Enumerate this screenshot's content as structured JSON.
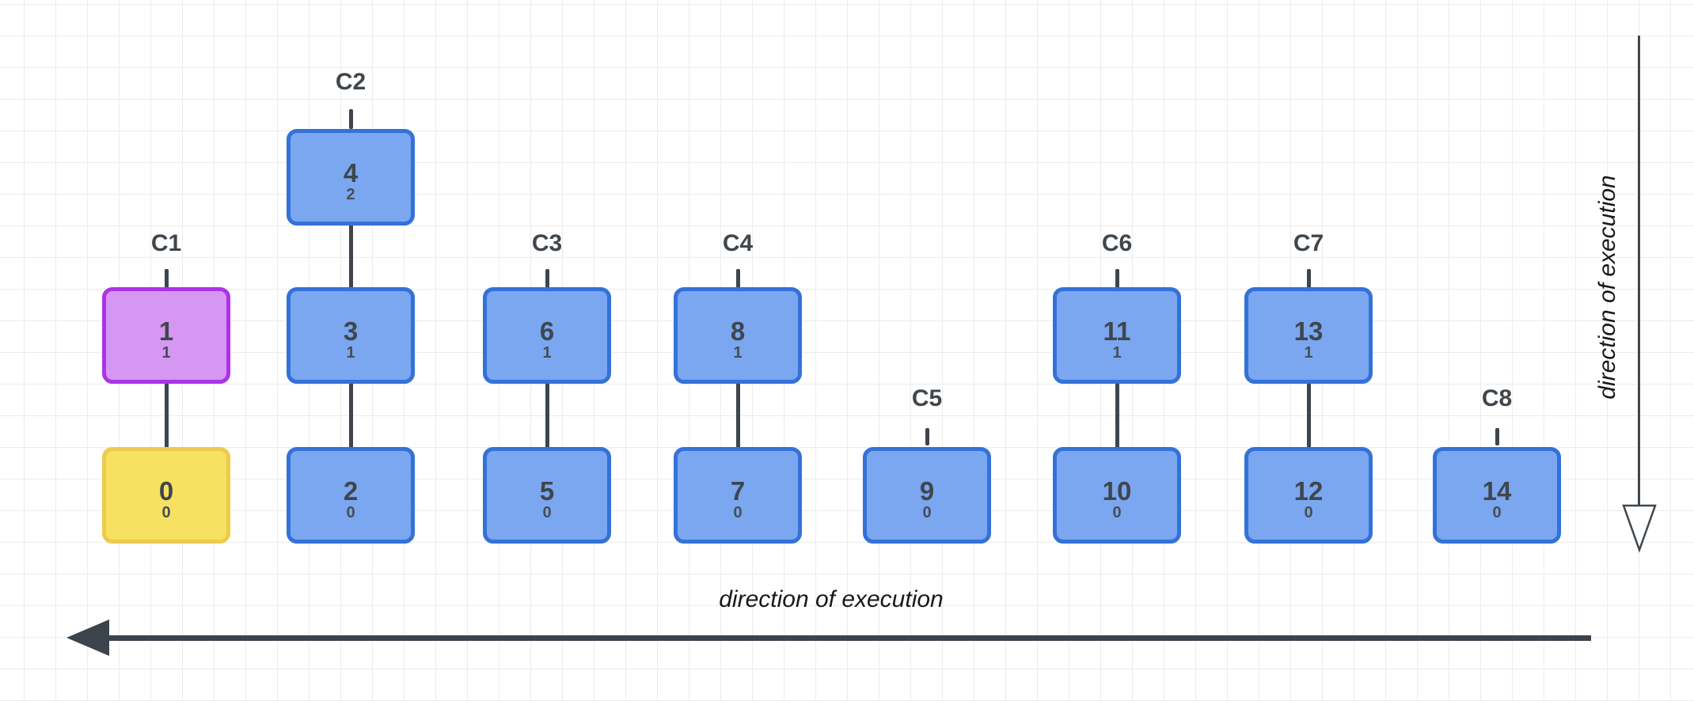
{
  "columns": [
    {
      "label": "C1",
      "boxes": [
        {
          "value": "1",
          "sub": "1",
          "color": "purple"
        },
        {
          "value": "0",
          "sub": "0",
          "color": "yellow"
        }
      ]
    },
    {
      "label": "C2",
      "boxes": [
        {
          "value": "4",
          "sub": "2",
          "color": "blue"
        },
        {
          "value": "3",
          "sub": "1",
          "color": "blue"
        },
        {
          "value": "2",
          "sub": "0",
          "color": "blue"
        }
      ]
    },
    {
      "label": "C3",
      "boxes": [
        {
          "value": "6",
          "sub": "1",
          "color": "blue"
        },
        {
          "value": "5",
          "sub": "0",
          "color": "blue"
        }
      ]
    },
    {
      "label": "C4",
      "boxes": [
        {
          "value": "8",
          "sub": "1",
          "color": "blue"
        },
        {
          "value": "7",
          "sub": "0",
          "color": "blue"
        }
      ]
    },
    {
      "label": "C5",
      "boxes": [
        {
          "value": "9",
          "sub": "0",
          "color": "blue"
        }
      ]
    },
    {
      "label": "C6",
      "boxes": [
        {
          "value": "11",
          "sub": "1",
          "color": "blue"
        },
        {
          "value": "10",
          "sub": "0",
          "color": "blue"
        }
      ]
    },
    {
      "label": "C7",
      "boxes": [
        {
          "value": "13",
          "sub": "1",
          "color": "blue"
        },
        {
          "value": "12",
          "sub": "0",
          "color": "blue"
        }
      ]
    },
    {
      "label": "C8",
      "boxes": [
        {
          "value": "14",
          "sub": "0",
          "color": "blue"
        }
      ]
    }
  ],
  "arrows": {
    "horizontal": {
      "label": "direction of execution",
      "direction": "left"
    },
    "vertical": {
      "label": "direction of execution",
      "direction": "down"
    }
  },
  "colors": {
    "blue_fill": "#7aa7f0",
    "blue_stroke": "#3372d8",
    "purple_fill": "#d697f3",
    "purple_stroke": "#ac33e8",
    "yellow_fill": "#f7e160",
    "yellow_stroke": "#eecb4b",
    "line": "#3e454d",
    "arrow": "#3b434c",
    "grid": "#ececec",
    "text": "#3f464c"
  }
}
